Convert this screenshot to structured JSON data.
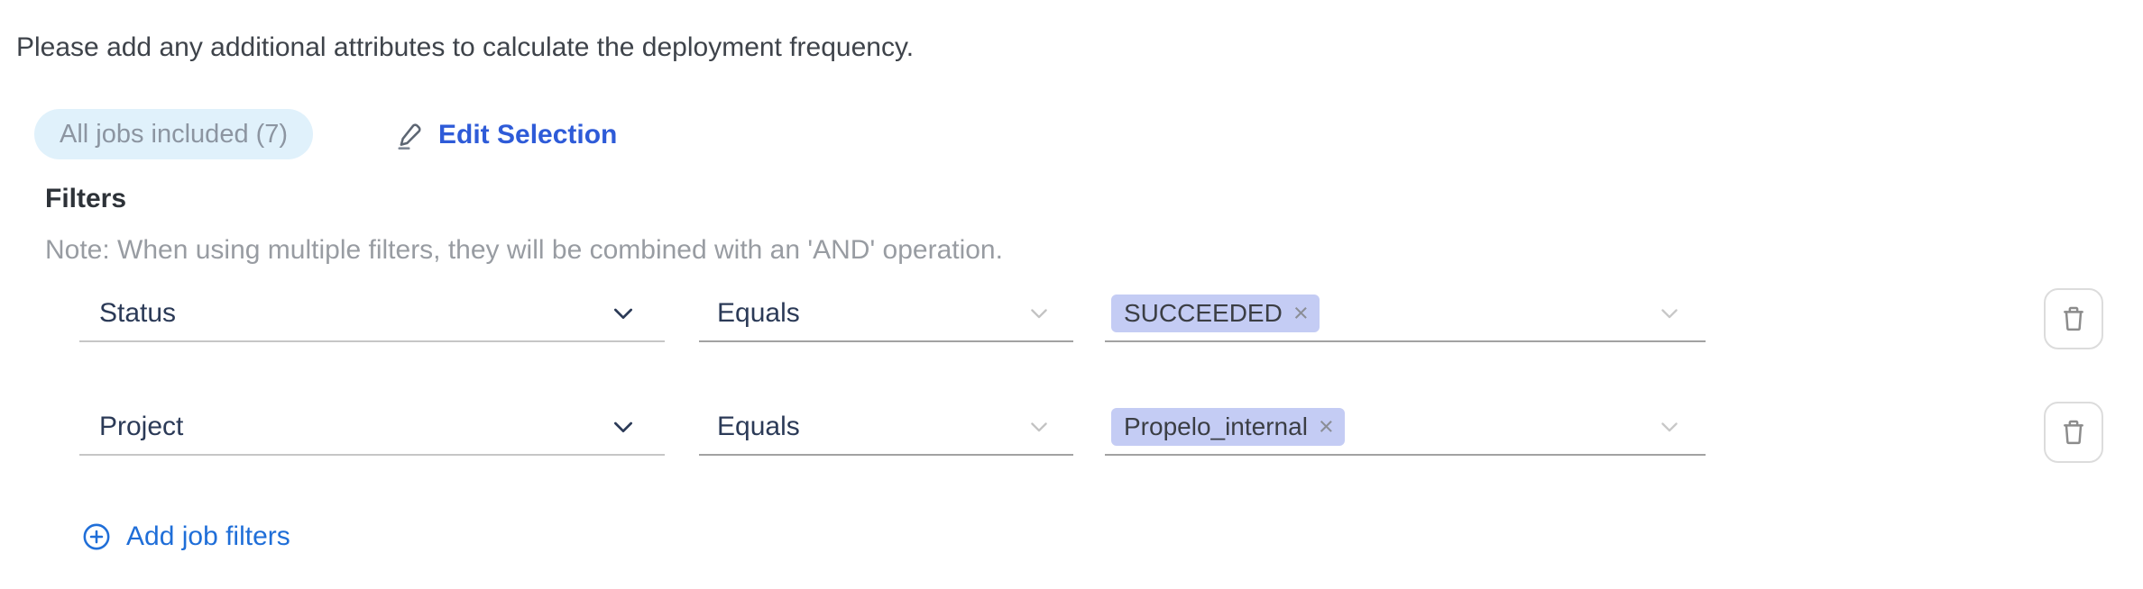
{
  "header": {
    "title": "Please add any additional attributes to calculate the deployment frequency."
  },
  "jobs_summary": {
    "badge_label": "All jobs included (7)",
    "edit_selection_label": "Edit Selection"
  },
  "filters": {
    "heading": "Filters",
    "note": "Note: When using multiple filters, they will be combined with an 'AND' operation.",
    "rows": [
      {
        "attribute": "Status",
        "operator": "Equals",
        "values": [
          "SUCCEEDED"
        ]
      },
      {
        "attribute": "Project",
        "operator": "Equals",
        "values": [
          "Propelo_internal"
        ]
      }
    ],
    "add_button_label": "Add job filters"
  },
  "icons": {
    "remove_value": "×"
  },
  "colors": {
    "edit_link_blue": "#2e5bd8",
    "add_link_blue": "#1f6ed8",
    "badge_bg": "#e0f1fb",
    "badge_text": "#8c95a1",
    "tag_bg": "#c4ccf4",
    "select_text": "#2b3a57",
    "note_gray": "#989ca2"
  }
}
